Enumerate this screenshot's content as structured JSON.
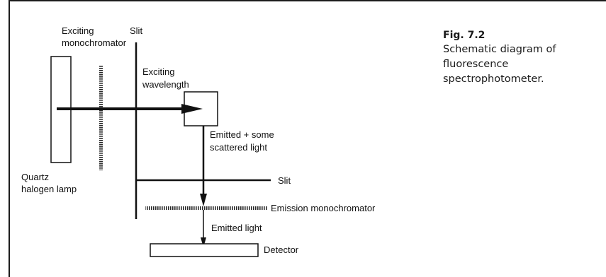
{
  "figure": {
    "number": "Fig. 7.2",
    "caption": "Schematic diagram of fluorescence spectrophotometer."
  },
  "diagram": {
    "labels": {
      "exciting_monochromator_line1": "Exciting",
      "exciting_monochromator_line2": "monochromator",
      "slit_top": "Slit",
      "exciting_wavelength_line1": "Exciting",
      "exciting_wavelength_line2": "wavelength",
      "quartz_line1": "Quartz",
      "quartz_line2": "halogen lamp",
      "emitted_line1": "Emitted + some",
      "emitted_line2": "scattered light",
      "slit_bottom": "Slit",
      "emission_monochromator": "Emission monochromator",
      "emitted_light": "Emitted light",
      "detector": "Detector"
    }
  }
}
